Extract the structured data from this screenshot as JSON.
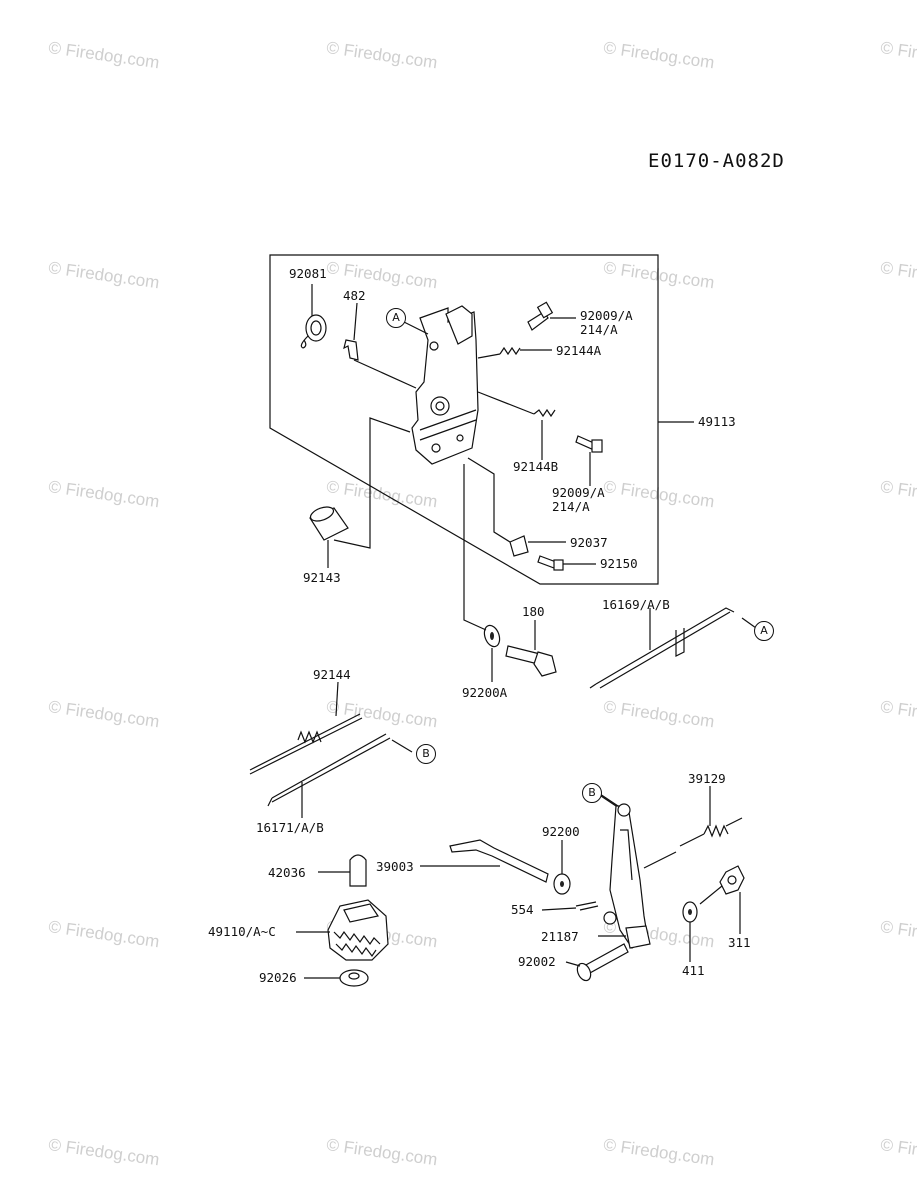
{
  "diagram_code": "E0170-A082D",
  "watermark": "© Firedog.com",
  "reference_markers": [
    "A",
    "A",
    "B",
    "B"
  ],
  "part_labels": {
    "p92081": "92081",
    "p482": "482",
    "p92009a_1": "92009/A\n214/A",
    "p92144a": "92144A",
    "p49113": "49113",
    "p92144b": "92144B",
    "p92009a_2": "92009/A\n214/A",
    "p92037": "92037",
    "p92150": "92150",
    "p92143": "92143",
    "p180": "180",
    "p16169": "16169/A/B",
    "p92200a": "92200A",
    "p92144": "92144",
    "p16171": "16171/A/B",
    "p39129": "39129",
    "p92200": "92200",
    "p39003": "39003",
    "p42036": "42036",
    "p554": "554",
    "p49110": "49110/A~C",
    "p21187": "21187",
    "p311": "311",
    "p92002": "92002",
    "p411": "411",
    "p92026": "92026"
  }
}
